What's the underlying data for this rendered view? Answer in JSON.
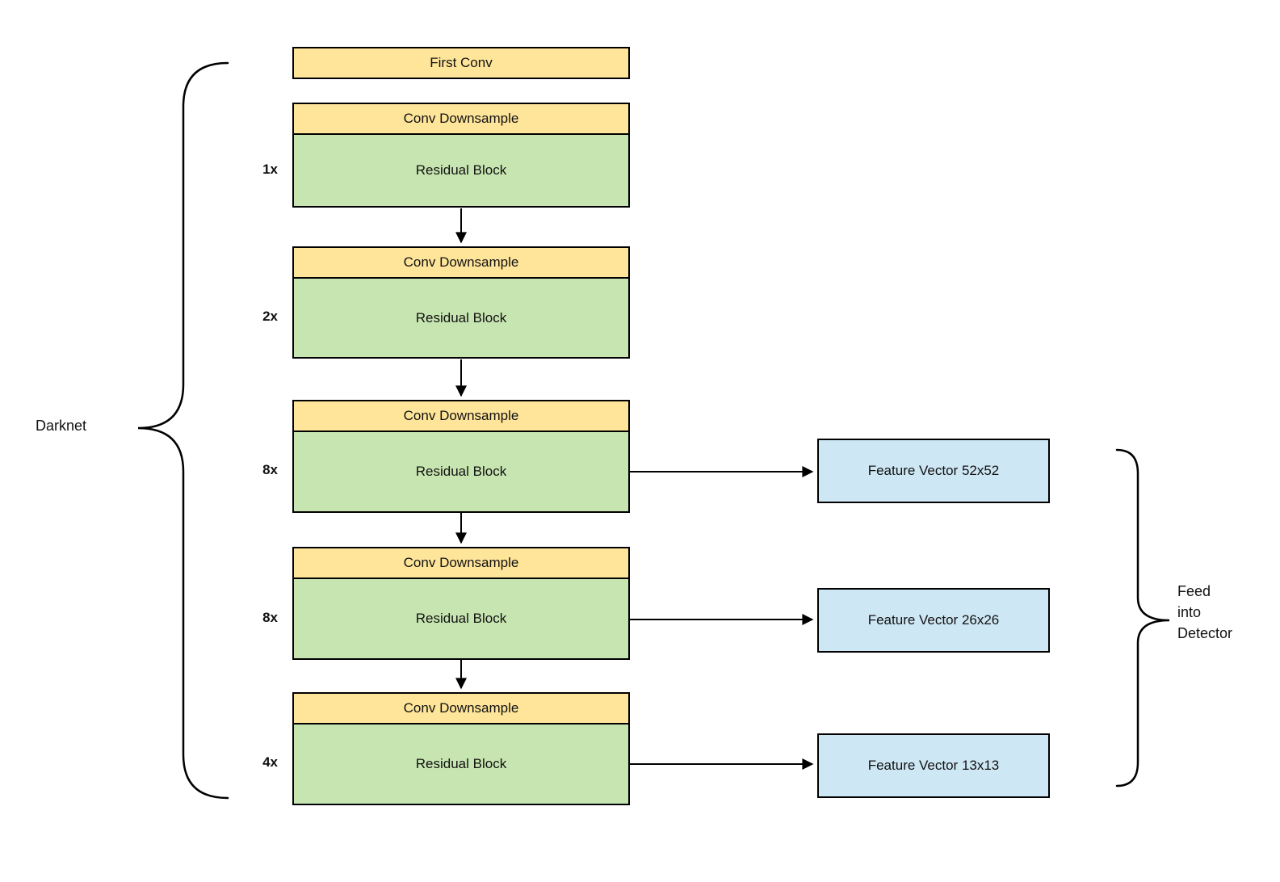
{
  "diagram": {
    "first_conv": {
      "label": "First Conv"
    },
    "stages": [
      {
        "multiplier": "1x",
        "header": "Conv Downsample",
        "body": "Residual Block"
      },
      {
        "multiplier": "2x",
        "header": "Conv Downsample",
        "body": "Residual Block"
      },
      {
        "multiplier": "8x",
        "header": "Conv Downsample",
        "body": "Residual Block"
      },
      {
        "multiplier": "8x",
        "header": "Conv Downsample",
        "body": "Residual Block"
      },
      {
        "multiplier": "4x",
        "header": "Conv Downsample",
        "body": "Residual Block"
      }
    ],
    "feature_vectors": [
      {
        "label": "Feature Vector 52x52"
      },
      {
        "label": "Feature Vector 26x26"
      },
      {
        "label": "Feature Vector 13x13"
      }
    ],
    "left_brace_label": "Darknet",
    "right_brace_label": "Feed\ninto\nDetector",
    "colors": {
      "header_fill": "#ffe59a",
      "body_fill": "#c7e5b1",
      "vector_fill": "#cee7f4",
      "stroke": "#000000"
    }
  }
}
